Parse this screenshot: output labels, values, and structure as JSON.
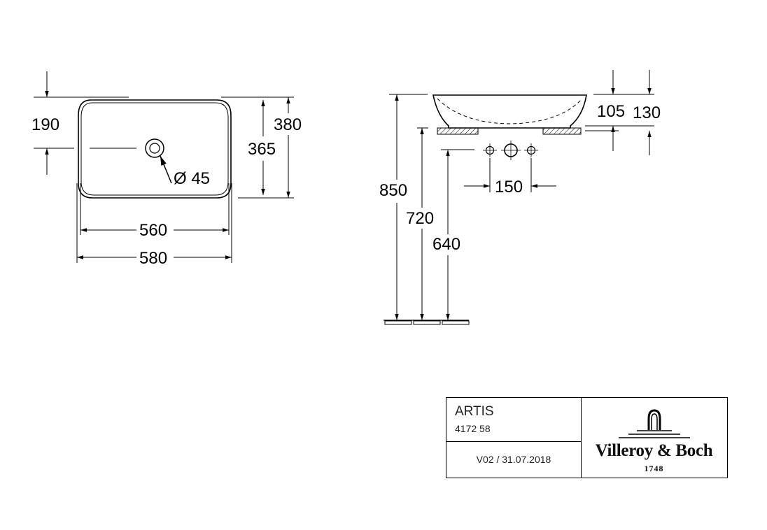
{
  "plan_view": {
    "dim_190": "190",
    "dim_380": "380",
    "dim_365": "365",
    "dim_560": "560",
    "dim_580": "580",
    "dim_drain": "Ø 45"
  },
  "side_view": {
    "dim_105": "105",
    "dim_130": "130",
    "dim_150": "150",
    "dim_850": "850",
    "dim_720": "720",
    "dim_640": "640"
  },
  "title_block": {
    "product_name": "ARTIS",
    "product_code": "4172 58",
    "version": "V02 / 31.07.2018",
    "brand": "Villeroy & Boch",
    "year": "1748"
  },
  "icons": {
    "logo": "villeroy-boch-fountain-logo"
  }
}
